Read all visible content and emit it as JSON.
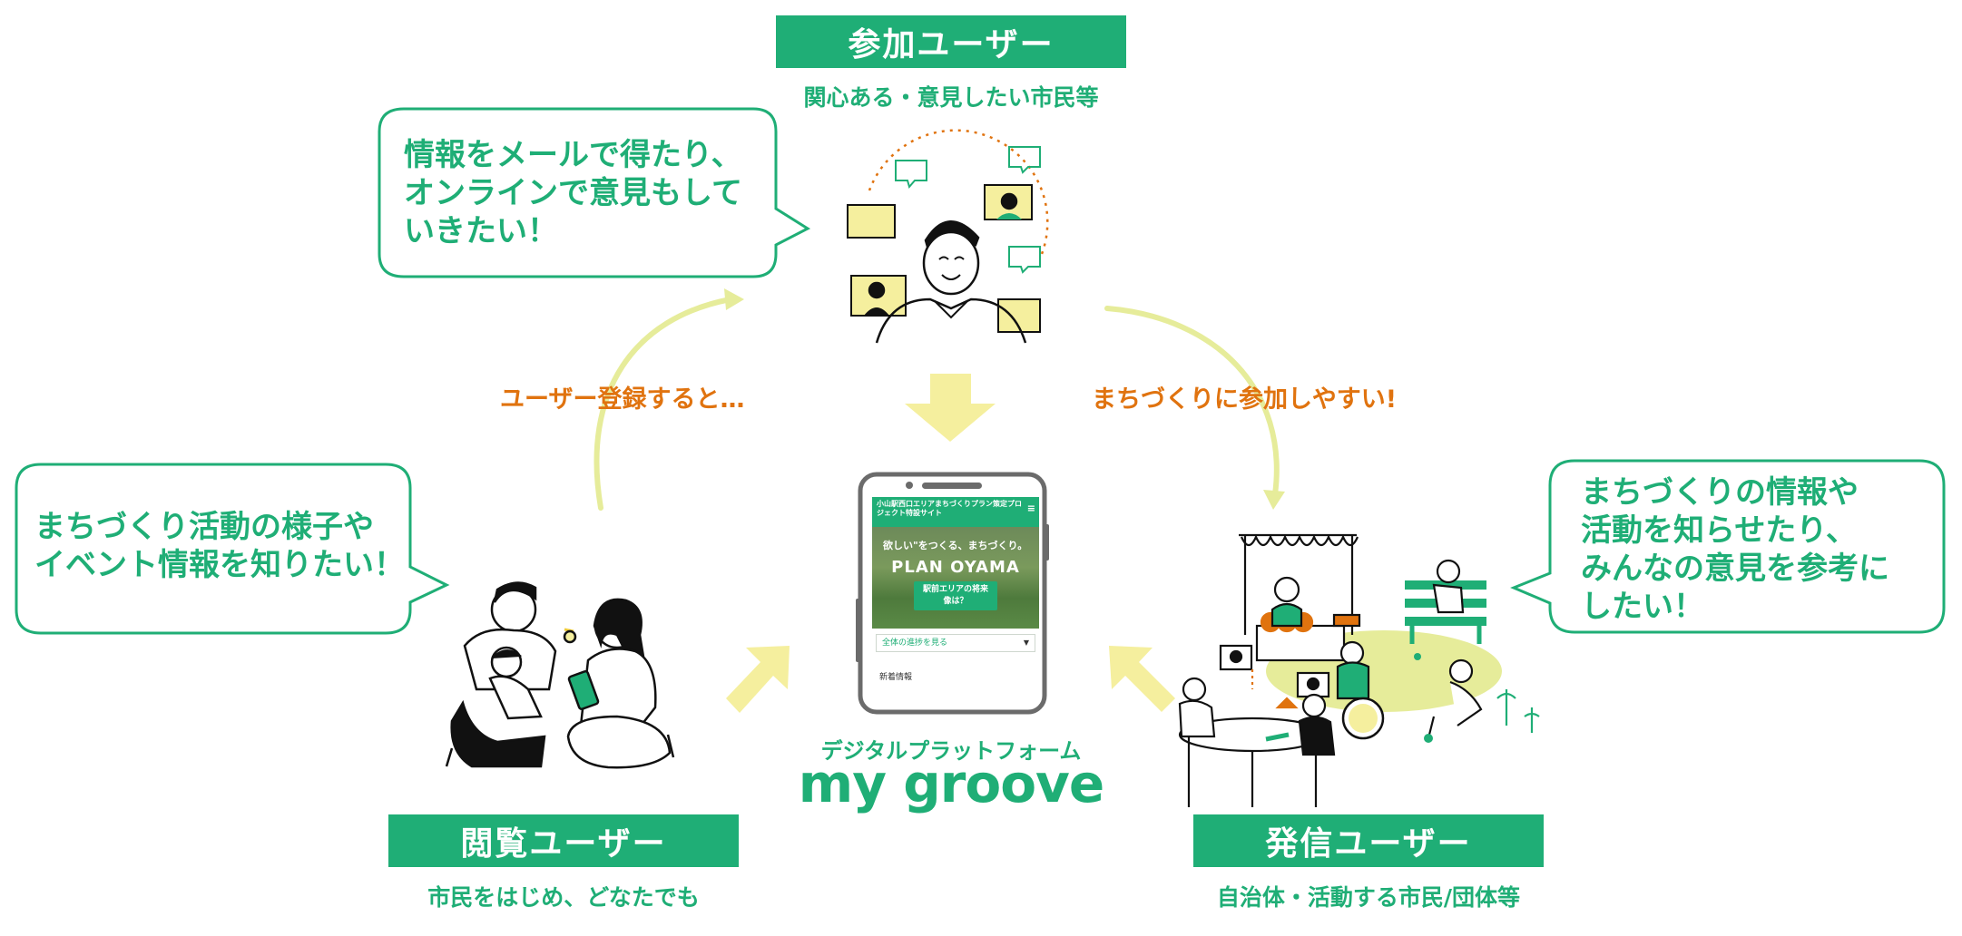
{
  "top_user": {
    "title": "参加ユーザー",
    "subtitle": "関心ある・意見したい市民等",
    "bubble": "情報をメールで得たり、\nオンラインで意見もして\nいきたい！"
  },
  "left_user": {
    "title": "閲覧ユーザー",
    "subtitle": "市民をはじめ、どなたでも",
    "bubble": "まちづくり活動の様子や\nイベント情報を知りたい！"
  },
  "right_user": {
    "title": "発信ユーザー",
    "subtitle": "自治体・活動する市民/団体等",
    "bubble": "まちづくりの情報や\n活動を知らせたり、\nみんなの意見を参考に\nしたい！"
  },
  "arrows": {
    "left_label": "ユーザー登録すると…",
    "right_label": "まちづくりに参加しやすい!"
  },
  "platform": {
    "label": "デジタルプラットフォーム",
    "name": "my groove"
  },
  "phone": {
    "header": "小山駅西口エリアまちづくりプラン策定プロジェクト特設サイト",
    "tagline": "欲しい\"をつくる、まちづくり。",
    "title": "PLAN OYAMA",
    "button": "駅前エリアの将来\n像は？",
    "select": "全体の進捗を見る",
    "more": "新着情報"
  },
  "colors": {
    "brand_green": "#1fae76",
    "orange": "#e0730f",
    "arrow_yellow": "#f5ef9e",
    "curve_yellow": "#e6ec9a"
  }
}
